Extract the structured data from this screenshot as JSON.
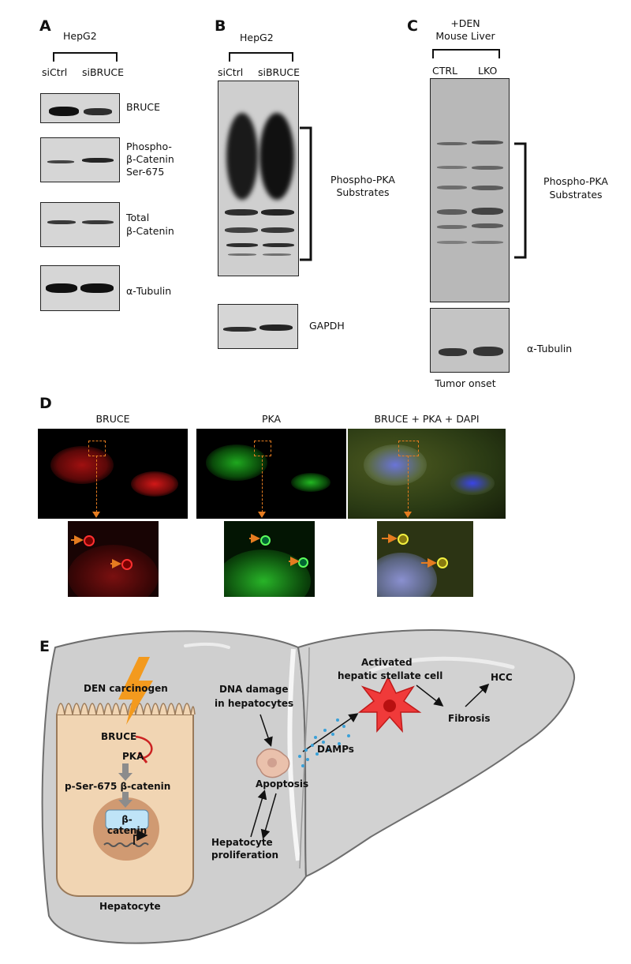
{
  "panel_letters": {
    "a": "A",
    "b": "B",
    "c": "C",
    "d": "D",
    "e": "E"
  },
  "panel_a": {
    "cell_line": "HepG2",
    "lanes": [
      "siCtrl",
      "siBRUCE"
    ],
    "blots": [
      "BRUCE",
      "Phospho-",
      "β-Catenin",
      "Ser-675",
      "Total",
      "β-Catenin",
      "α-Tubulin"
    ]
  },
  "panel_b": {
    "cell_line": "HepG2",
    "lanes": [
      "siCtrl",
      "siBRUCE"
    ],
    "bracket_label_1": "Phospho-PKA",
    "bracket_label_2": "Substrates",
    "loading": "GAPDH"
  },
  "panel_c": {
    "treatment": "+DEN",
    "tissue": "Mouse Liver",
    "lanes": [
      "CTRL",
      "LKO"
    ],
    "bracket_label_1": "Phospho-PKA",
    "bracket_label_2": "Substrates",
    "loading": "α-Tubulin",
    "footer": "Tumor onset"
  },
  "panel_d": {
    "titles": [
      "BRUCE",
      "PKA",
      "BRUCE + PKA + DAPI"
    ],
    "colors": {
      "bruce": "#e01818",
      "pka": "#22cc22",
      "dapi": "#4466ee"
    }
  },
  "panel_e": {
    "den": "DEN carcinogen",
    "bruce": "BRUCE",
    "pka": "PKA",
    "pser": "p-Ser-675 β-catenin",
    "bcat": "β-catenin",
    "hepatocyte": "Hepatocyte",
    "dna1": "DNA damage",
    "dna2": "in hepatocytes",
    "apoptosis": "Apoptosis",
    "prolif1": "Hepatocyte",
    "prolif2": "proliferation",
    "damps": "DAMPs",
    "hsc1": "Activated",
    "hsc2": "hepatic stellate cell",
    "fibrosis": "Fibrosis",
    "hcc": "HCC",
    "colors": {
      "liver": "#cfcfcf",
      "cell": "#f1d5b3",
      "nucleus": "#d09a72",
      "lightning": "#f39a1e",
      "stellate": "#f03a3a",
      "damps": "#3aa0d8",
      "inhibit": "#cc2222"
    }
  }
}
